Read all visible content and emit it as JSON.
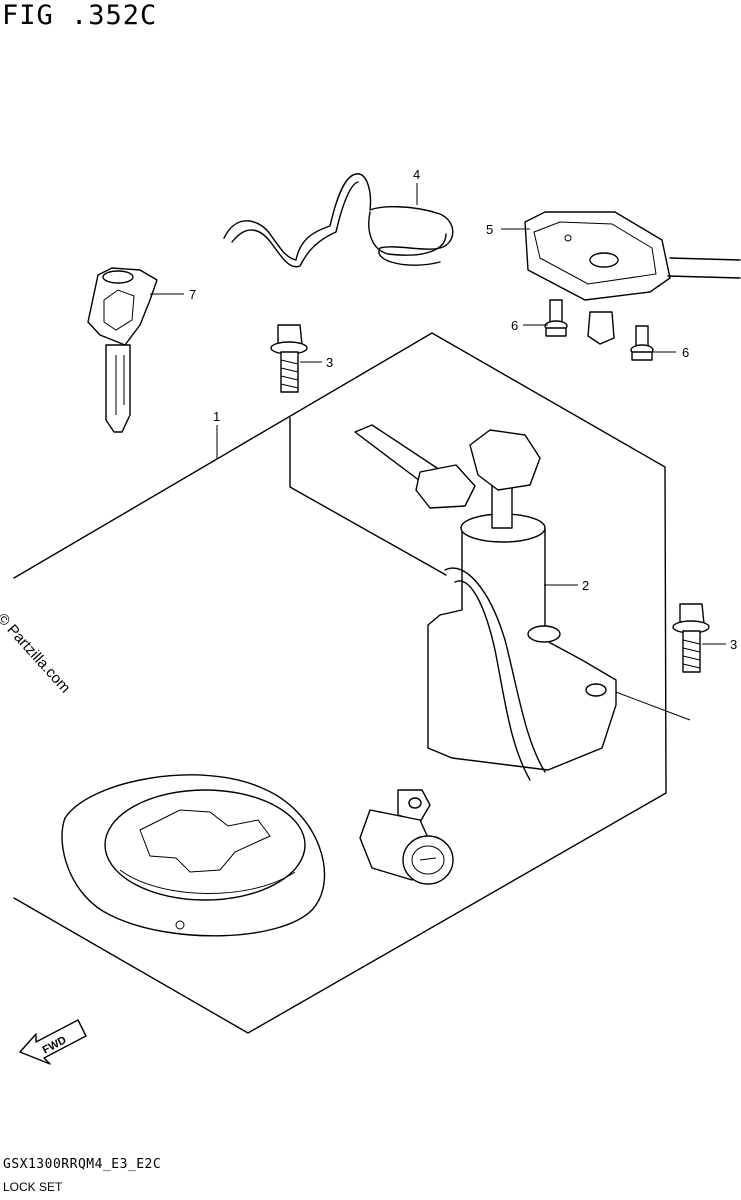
{
  "figure": {
    "title": "FIG .352C"
  },
  "callouts": [
    {
      "id": "1",
      "label": "1"
    },
    {
      "id": "2",
      "label": "2"
    },
    {
      "id": "3a",
      "label": "3"
    },
    {
      "id": "3b",
      "label": "3"
    },
    {
      "id": "4",
      "label": "4"
    },
    {
      "id": "5",
      "label": "5"
    },
    {
      "id": "6a",
      "label": "6"
    },
    {
      "id": "6b",
      "label": "6"
    },
    {
      "id": "7",
      "label": "7"
    }
  ],
  "watermark": "© Partzilla.com",
  "fwd_label": "FWD",
  "footer": {
    "model_code": "GSX1300RRQM4_E3_E2C",
    "caption": "LOCK SET"
  }
}
